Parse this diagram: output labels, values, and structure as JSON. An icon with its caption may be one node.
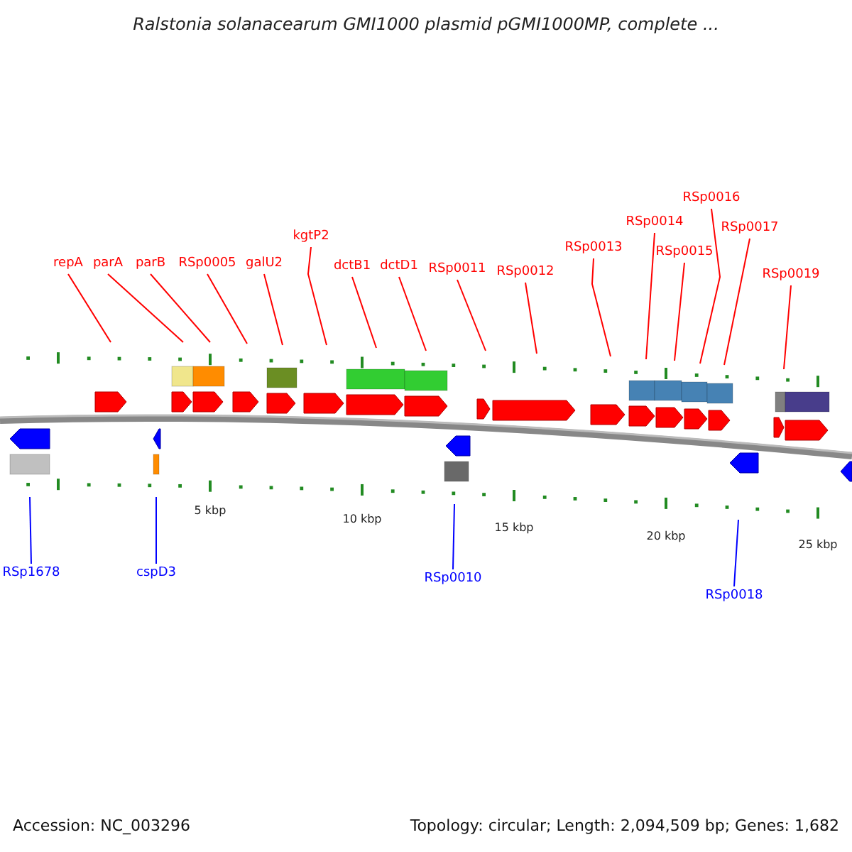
{
  "diagram": {
    "title": "Ralstonia solanacearum GMI1000 plasmid pGMI1000MP, complete ...",
    "nodes": [
      {
        "text": [
          "repA"
        ]
      },
      {
        "text": [
          "parA"
        ]
      },
      {
        "text": [
          "parB"
        ]
      },
      {
        "text": [
          "RSp0005"
        ]
      },
      {
        "text": [
          "galU2"
        ]
      },
      {
        "text": [
          "kgtP2"
        ]
      },
      {
        "text": [
          "dctB1"
        ]
      },
      {
        "text": [
          "dctD1"
        ]
      },
      {
        "text": [
          "RSp0011"
        ]
      },
      {
        "text": [
          "RSp0012"
        ]
      },
      {
        "text": [
          "RSp0013"
        ]
      },
      {
        "text": [
          "RSp0014"
        ]
      },
      {
        "text": [
          "RSp0015"
        ]
      },
      {
        "text": [
          "RSp0016"
        ]
      },
      {
        "text": [
          "RSp0017"
        ]
      },
      {
        "text": [
          "RSp0019"
        ]
      },
      {
        "text": [
          "RSp1678"
        ]
      },
      {
        "text": [
          "cspD3"
        ]
      },
      {
        "text": [
          "RSp0010"
        ]
      },
      {
        "text": [
          "RSp0018"
        ]
      }
    ],
    "edges": [
      {
        "from": 0,
        "to": null,
        "arrow": "none"
      },
      {
        "from": 1,
        "to": null,
        "arrow": "none"
      },
      {
        "from": 2,
        "to": null,
        "arrow": "none"
      },
      {
        "from": 3,
        "to": null,
        "arrow": "none"
      },
      {
        "from": 4,
        "to": null,
        "arrow": "none"
      },
      {
        "from": 5,
        "to": null,
        "arrow": "none"
      },
      {
        "from": 6,
        "to": null,
        "arrow": "none"
      },
      {
        "from": 7,
        "to": null,
        "arrow": "none"
      },
      {
        "from": 8,
        "to": null,
        "arrow": "none"
      },
      {
        "from": 9,
        "to": null,
        "arrow": "none"
      },
      {
        "from": 10,
        "to": null,
        "arrow": "none"
      },
      {
        "from": 11,
        "to": null,
        "arrow": "none"
      },
      {
        "from": 12,
        "to": null,
        "arrow": "none"
      },
      {
        "from": 13,
        "to": null,
        "arrow": "none"
      },
      {
        "from": 14,
        "to": null,
        "arrow": "none"
      },
      {
        "from": 15,
        "to": null,
        "arrow": "none"
      },
      {
        "from": 16,
        "to": null,
        "arrow": "none",
        "color": "#0000ff"
      },
      {
        "from": 17,
        "to": null,
        "arrow": "none",
        "color": "#0000ff"
      },
      {
        "from": 18,
        "to": null,
        "arrow": "none",
        "color": "#0000ff"
      },
      {
        "from": 19,
        "to": null,
        "arrow": "none",
        "color": "#0000ff"
      }
    ],
    "labels": [
      "5 kbp",
      "10 kbp",
      "15 kbp",
      "20 kbp",
      "25 kbp",
      "Accession: NC_003296",
      "Topology: circular; Length: 2,094,509 bp; Genes: 1,682"
    ]
  }
}
